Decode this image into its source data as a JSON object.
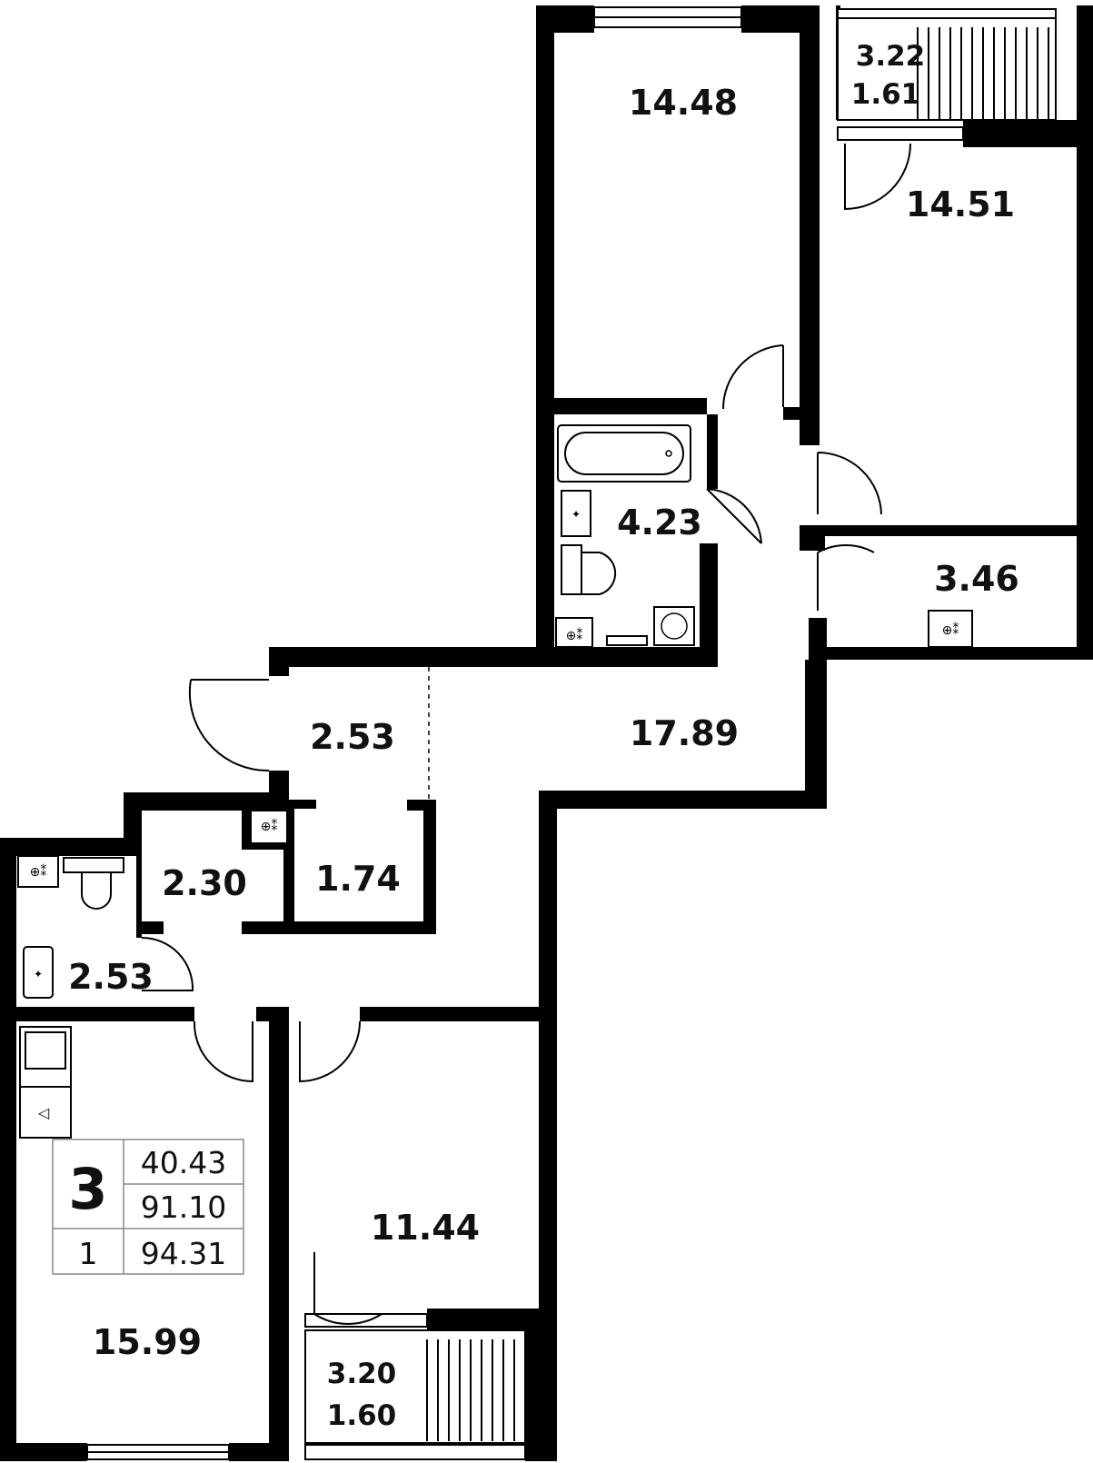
{
  "rooms": {
    "bedroom_top_left": "14.48",
    "balcony_top_area": "3.22",
    "balcony_top_coef": "1.61",
    "bedroom_top_right": "14.51",
    "bathroom": "4.23",
    "storage_right": "3.46",
    "hall_entry": "2.53",
    "corridor": "17.89",
    "closet_left": "2.30",
    "closet_right": "1.74",
    "wc": "2.53",
    "kitchen_living": "15.99",
    "bedroom_bottom": "11.44",
    "balcony_bottom_area": "3.20",
    "balcony_bottom_coef": "1.60"
  },
  "summary": {
    "rooms_count": "3",
    "floor": "1",
    "living_area": "40.43",
    "total_area": "91.10",
    "total_with_balcony": "94.31"
  }
}
